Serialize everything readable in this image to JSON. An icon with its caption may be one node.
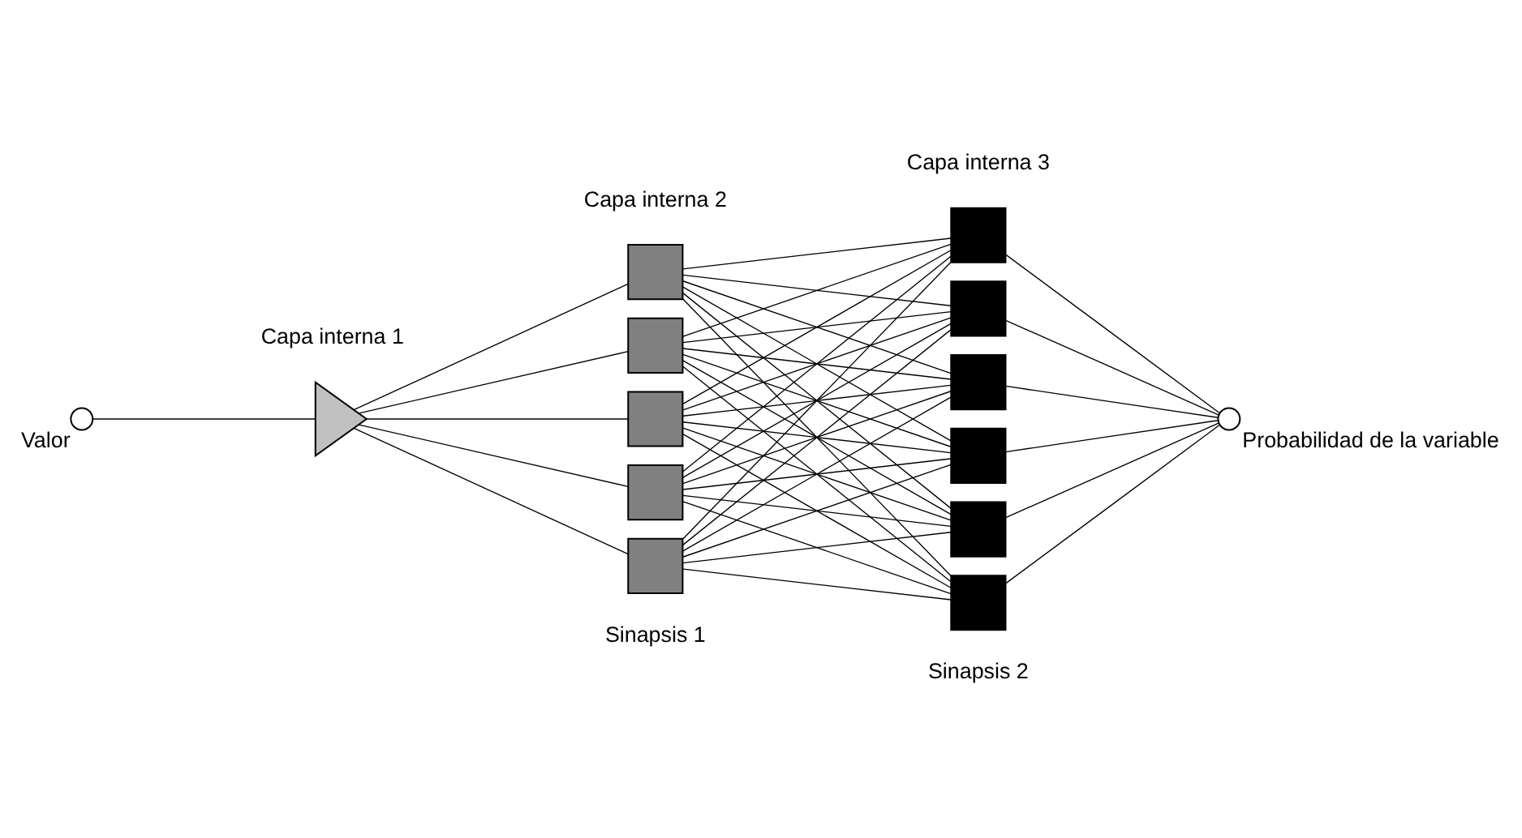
{
  "diagram": {
    "nodes": [
      {
        "text": [],
        "shape": "circle",
        "beside": [
          "Valor"
        ]
      },
      {
        "text": [],
        "shape": "triangle"
      },
      {
        "text": [],
        "shape": "box"
      },
      {
        "text": [],
        "shape": "box"
      },
      {
        "text": [],
        "shape": "box"
      },
      {
        "text": [],
        "shape": "box"
      },
      {
        "text": [],
        "shape": "box"
      },
      {
        "text": [],
        "shape": "box"
      },
      {
        "text": [],
        "shape": "box"
      },
      {
        "text": [],
        "shape": "box"
      },
      {
        "text": [],
        "shape": "box"
      },
      {
        "text": [],
        "shape": "box"
      },
      {
        "text": [],
        "shape": "box"
      },
      {
        "text": [],
        "shape": "circle",
        "beside": [
          "Probabilidad de la variable"
        ]
      }
    ],
    "edges": [
      {
        "from": 0,
        "to": 1,
        "arrow": "none"
      },
      {
        "from": 1,
        "to": 2,
        "arrow": "none"
      },
      {
        "from": 1,
        "to": 3,
        "arrow": "none"
      },
      {
        "from": 1,
        "to": 4,
        "arrow": "none"
      },
      {
        "from": 1,
        "to": 5,
        "arrow": "none"
      },
      {
        "from": 1,
        "to": 6,
        "arrow": "none"
      },
      {
        "from": 2,
        "to": 7,
        "arrow": "none"
      },
      {
        "from": 2,
        "to": 8,
        "arrow": "none"
      },
      {
        "from": 2,
        "to": 9,
        "arrow": "none"
      },
      {
        "from": 2,
        "to": 10,
        "arrow": "none"
      },
      {
        "from": 2,
        "to": 11,
        "arrow": "none"
      },
      {
        "from": 2,
        "to": 12,
        "arrow": "none"
      },
      {
        "from": 3,
        "to": 7,
        "arrow": "none"
      },
      {
        "from": 3,
        "to": 8,
        "arrow": "none"
      },
      {
        "from": 3,
        "to": 9,
        "arrow": "none"
      },
      {
        "from": 3,
        "to": 10,
        "arrow": "none"
      },
      {
        "from": 3,
        "to": 11,
        "arrow": "none"
      },
      {
        "from": 3,
        "to": 12,
        "arrow": "none"
      },
      {
        "from": 4,
        "to": 7,
        "arrow": "none"
      },
      {
        "from": 4,
        "to": 8,
        "arrow": "none"
      },
      {
        "from": 4,
        "to": 9,
        "arrow": "none"
      },
      {
        "from": 4,
        "to": 10,
        "arrow": "none"
      },
      {
        "from": 4,
        "to": 11,
        "arrow": "none"
      },
      {
        "from": 4,
        "to": 12,
        "arrow": "none"
      },
      {
        "from": 5,
        "to": 7,
        "arrow": "none"
      },
      {
        "from": 5,
        "to": 8,
        "arrow": "none"
      },
      {
        "from": 5,
        "to": 9,
        "arrow": "none"
      },
      {
        "from": 5,
        "to": 10,
        "arrow": "none"
      },
      {
        "from": 5,
        "to": 11,
        "arrow": "none"
      },
      {
        "from": 5,
        "to": 12,
        "arrow": "none"
      },
      {
        "from": 6,
        "to": 7,
        "arrow": "none"
      },
      {
        "from": 6,
        "to": 8,
        "arrow": "none"
      },
      {
        "from": 6,
        "to": 9,
        "arrow": "none"
      },
      {
        "from": 6,
        "to": 10,
        "arrow": "none"
      },
      {
        "from": 6,
        "to": 11,
        "arrow": "none"
      },
      {
        "from": 6,
        "to": 12,
        "arrow": "none"
      },
      {
        "from": 7,
        "to": 13,
        "arrow": "none"
      },
      {
        "from": 8,
        "to": 13,
        "arrow": "none"
      },
      {
        "from": 9,
        "to": 13,
        "arrow": "none"
      },
      {
        "from": 10,
        "to": 13,
        "arrow": "none"
      },
      {
        "from": 11,
        "to": 13,
        "arrow": "none"
      },
      {
        "from": 12,
        "to": 13,
        "arrow": "none"
      }
    ],
    "labels": [
      "Capa interna 1",
      "Capa interna 2",
      "Capa interna 3",
      "Sinapsis 1",
      "Sinapsis 2"
    ]
  }
}
